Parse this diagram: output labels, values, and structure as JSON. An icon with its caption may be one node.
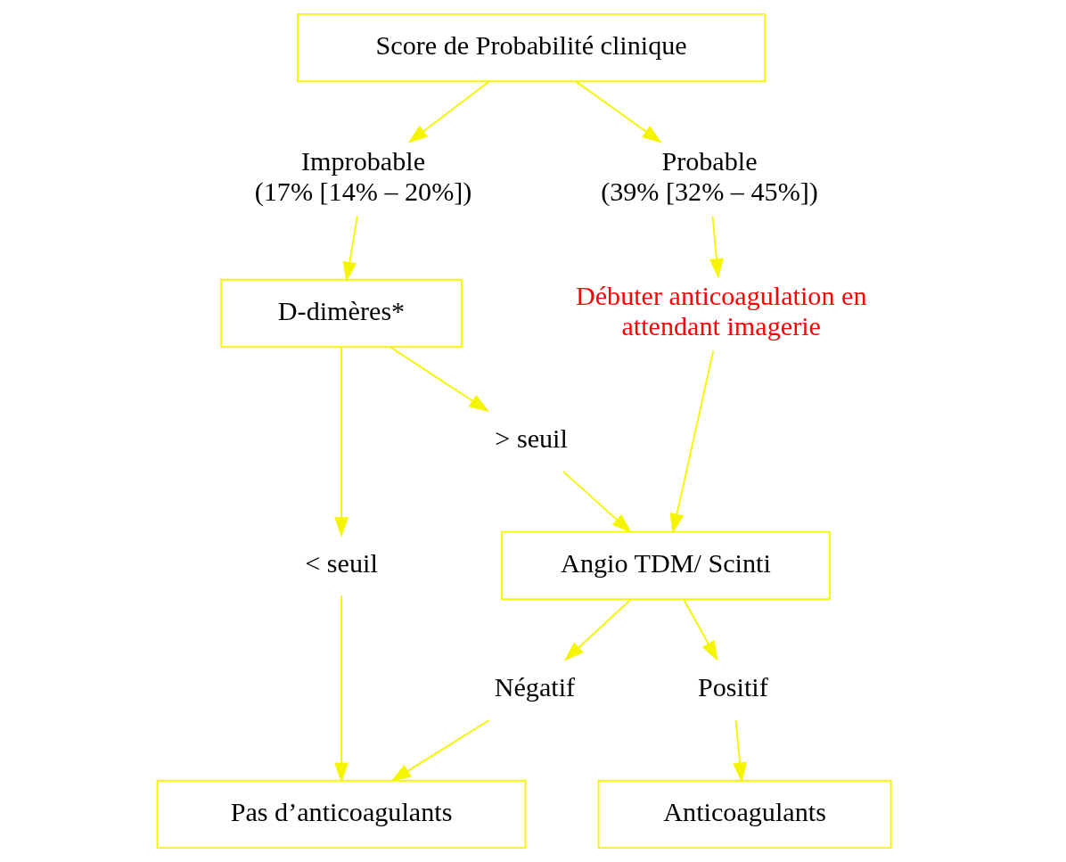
{
  "diagram": {
    "nodes": [
      {
        "text": [
          "Score de Probabilité clinique"
        ]
      },
      {
        "text": [
          "Improbable (17% [14% – 20%])"
        ]
      },
      {
        "text": [
          "Probable (39% [32% – 45%])"
        ]
      },
      {
        "text": [
          "D-dimères*"
        ]
      },
      {
        "text": [
          "Débuter anticoagulation en attendant imagerie"
        ]
      },
      {
        "text": [
          "< seuil"
        ]
      },
      {
        "text": [
          "> seuil"
        ]
      },
      {
        "text": [
          "Angio TDM/ Scinti"
        ]
      },
      {
        "text": [
          "Négatif"
        ]
      },
      {
        "text": [
          "Positif"
        ]
      },
      {
        "text": [
          "Pas d’anticoagulants"
        ]
      },
      {
        "text": [
          "Anticoagulants"
        ]
      }
    ],
    "edges": [
      {
        "from": 0,
        "to": 1,
        "arrow": "to"
      },
      {
        "from": 0,
        "to": 2,
        "arrow": "to"
      },
      {
        "from": 1,
        "to": 3,
        "arrow": "to"
      },
      {
        "from": 2,
        "to": 4,
        "arrow": "to"
      },
      {
        "from": 3,
        "to": 5,
        "arrow": "to"
      },
      {
        "from": 3,
        "to": 6,
        "arrow": "to"
      },
      {
        "from": 6,
        "to": 7,
        "arrow": "to"
      },
      {
        "from": 4,
        "to": 7,
        "arrow": "to"
      },
      {
        "from": 7,
        "to": 8,
        "arrow": "to"
      },
      {
        "from": 7,
        "to": 9,
        "arrow": "to"
      },
      {
        "from": 5,
        "to": 10,
        "arrow": "to"
      },
      {
        "from": 8,
        "to": 10,
        "arrow": "to"
      },
      {
        "from": 9,
        "to": 11,
        "arrow": "to"
      }
    ]
  }
}
